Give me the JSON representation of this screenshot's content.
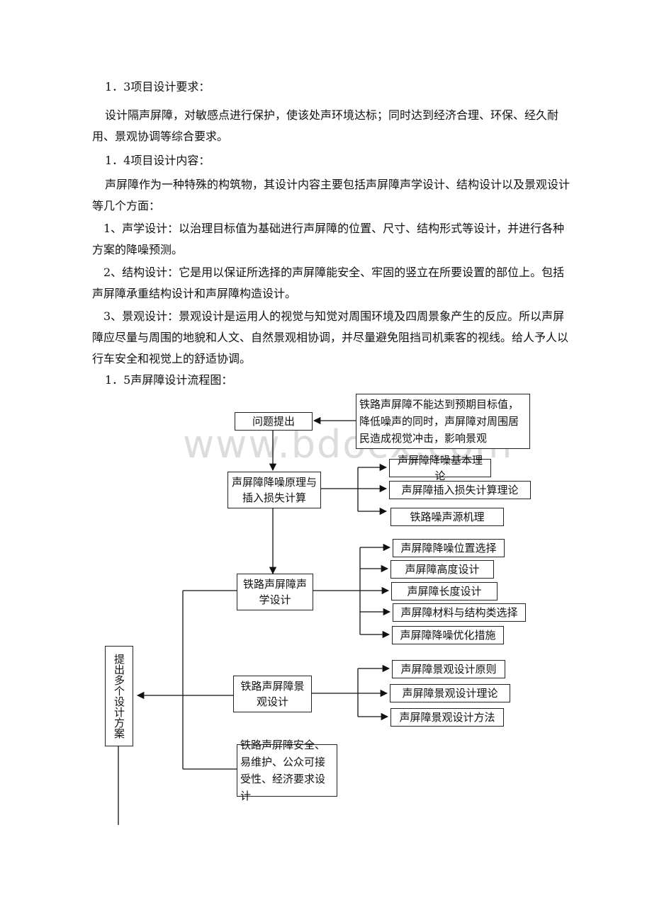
{
  "sections": {
    "s13_heading": "1．3项目设计要求：",
    "s13_body": "设计隔声屏障，对敏感点进行保护，使该处声环境达标；同时达到经济合理、环保、经久耐用、景观协调等综合要求。",
    "s14_heading": "1．4项目设计内容：",
    "s14_body": "声屏障作为一种特殊的构筑物，其设计内容主要包括声屏障声学设计、结构设计以及景观设计等几个方面：",
    "item1": "1、声学设计：以治理目标值为基础进行声屏障的位置、尺寸、结构形式等设计，并进行各种方案的降噪预测。",
    "item2": "2、结构设计：它是用以保证所选择的声屏障能安全、牢固的竖立在所要设置的部位上。包括声屏障承重结构设计和声屏障构造设计。",
    "item3": "3、景观设计：景观设计是运用人的视觉与知觉对周围环境及四周景象产生的反应。所以声屏障应尽量与周围的地貌和人文、自然景观相协调，并尽量避免阻挡司机乘客的视线。给人予人以行车安全和视觉上的舒适协调。",
    "s15_heading": "1．5声屏障设计流程图："
  },
  "watermark": "www.bdocx.com",
  "flowchart": {
    "problem": "问题提出",
    "problem_note": "铁路声屏障不能达到预期目标值，降低噪声的同时，声屏障对周围居民造成视觉冲击，影响景观",
    "theory": "声屏障降噪原理与插入损失计算",
    "theory_items": [
      "声屏障降噪基本理论",
      "声屏障插入损失计算理论",
      "铁路噪声源机理"
    ],
    "acoustic": "铁路声屏障声学设计",
    "acoustic_items": [
      "声屏障降噪位置选择",
      "声屏障高度设计",
      "声屏障长度设计",
      "声屏障材料与结构类选择",
      "声屏障降噪优化措施"
    ],
    "landscape": "铁路声屏障景观设计",
    "landscape_items": [
      "声屏障景观设计原则",
      "声屏障景观设计理论",
      "声屏障景观设计方法"
    ],
    "safety": "铁路声屏障安全、易维护、公众可接受性、经济要求设计",
    "proposal": "提出多个设计方案"
  }
}
